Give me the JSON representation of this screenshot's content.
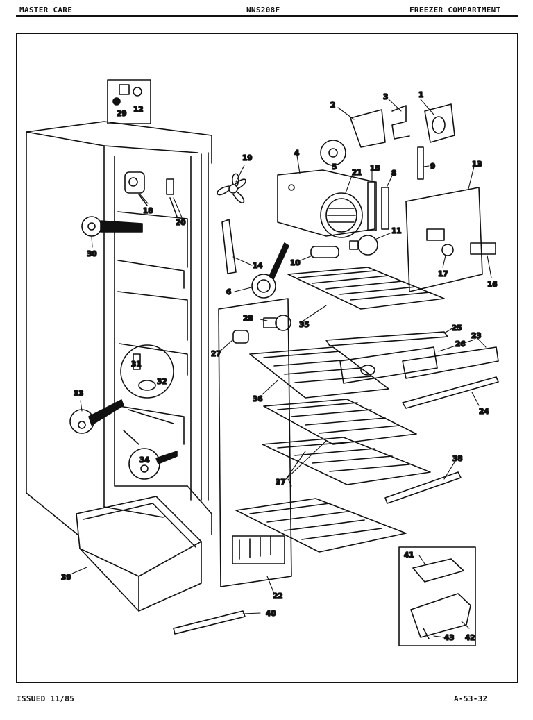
{
  "header": {
    "brand": "MASTER CARE",
    "model": "NNS208F",
    "section": "FREEZER COMPARTMENT"
  },
  "footer": {
    "issued": "ISSUED 11/85",
    "page_code": "A-53-32"
  },
  "callouts": [
    {
      "id": "c1",
      "num": "1"
    },
    {
      "id": "c2",
      "num": "2"
    },
    {
      "id": "c3",
      "num": "3"
    },
    {
      "id": "c4",
      "num": "4"
    },
    {
      "id": "c5",
      "num": "5"
    },
    {
      "id": "c6",
      "num": "6"
    },
    {
      "id": "c8",
      "num": "8"
    },
    {
      "id": "c9",
      "num": "9"
    },
    {
      "id": "c10",
      "num": "10"
    },
    {
      "id": "c11",
      "num": "11"
    },
    {
      "id": "c12",
      "num": "12"
    },
    {
      "id": "c13",
      "num": "13"
    },
    {
      "id": "c14",
      "num": "14"
    },
    {
      "id": "c15",
      "num": "15"
    },
    {
      "id": "c16",
      "num": "16"
    },
    {
      "id": "c17",
      "num": "17"
    },
    {
      "id": "c18",
      "num": "18"
    },
    {
      "id": "c19",
      "num": "19"
    },
    {
      "id": "c20",
      "num": "20"
    },
    {
      "id": "c21",
      "num": "21"
    },
    {
      "id": "c22",
      "num": "22"
    },
    {
      "id": "c23",
      "num": "23"
    },
    {
      "id": "c24",
      "num": "24"
    },
    {
      "id": "c25",
      "num": "25"
    },
    {
      "id": "c26",
      "num": "26"
    },
    {
      "id": "c27",
      "num": "27"
    },
    {
      "id": "c28",
      "num": "28"
    },
    {
      "id": "c29",
      "num": "29"
    },
    {
      "id": "c30",
      "num": "30"
    },
    {
      "id": "c31",
      "num": "31"
    },
    {
      "id": "c32",
      "num": "32"
    },
    {
      "id": "c33",
      "num": "33"
    },
    {
      "id": "c34",
      "num": "34"
    },
    {
      "id": "c35",
      "num": "35"
    },
    {
      "id": "c36",
      "num": "36"
    },
    {
      "id": "c37",
      "num": "37"
    },
    {
      "id": "c38",
      "num": "38"
    },
    {
      "id": "c39",
      "num": "39"
    },
    {
      "id": "c40",
      "num": "40"
    },
    {
      "id": "c41",
      "num": "41"
    },
    {
      "id": "c42",
      "num": "42"
    },
    {
      "id": "c43",
      "num": "43"
    }
  ]
}
